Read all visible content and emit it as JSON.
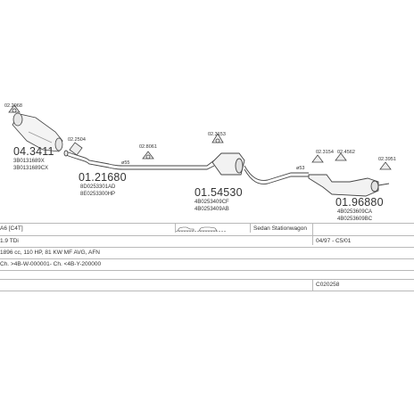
{
  "parts": {
    "clamp_left": "02.2968",
    "cat_number": "04.3411",
    "cat_oe1": "3B0131689X",
    "cat_oe2": "3B0131689CX",
    "clamp_a": "02.2504",
    "front_pipe_number": "01.21680",
    "front_pipe_oe1": "8D0253301AD",
    "front_pipe_oe2": "8E0253300HP",
    "dia_a": "ø55",
    "hanger_a": "02.8061",
    "mount_mid": "02.3153",
    "mid_silencer_number": "01.54530",
    "mid_silencer_oe1": "4B0253409CF",
    "mid_silencer_oe2": "4B0253409AB",
    "dia_b": "ø53",
    "clamp_b": "02.3154",
    "clamp_c": "02.4562",
    "hanger_b": "02.3951",
    "rear_silencer_number": "01.96880",
    "rear_silencer_oe1": "4B0253609CA",
    "rear_silencer_oe2": "4B0253609BC"
  },
  "info": {
    "row1_left": "A6 [C4T]",
    "row1_body": "Sedan Stationwagon",
    "row2_left": "1.9 TDi",
    "row2_right": "04/97 - C5/01",
    "row3_left": "1896 cc, 110 HP, 81 KW MF AVG, AFN",
    "row4_left": "Ch. >4B-W-000001- Ch. <4B-Y-200000",
    "row6_right": "C020258"
  }
}
